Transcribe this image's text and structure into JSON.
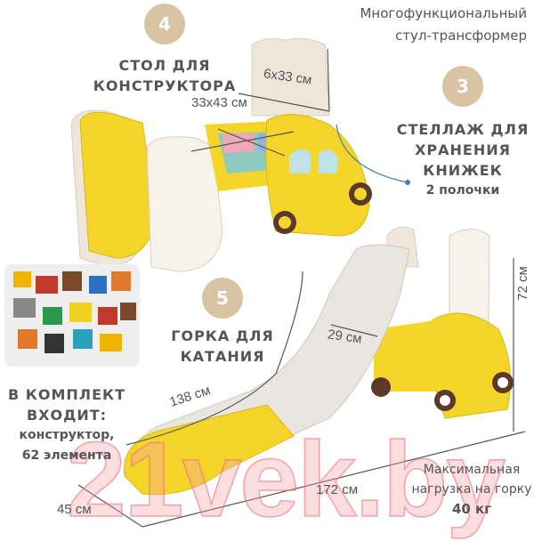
{
  "header": {
    "line1": "Многофункциональный",
    "line2": "стул-трансформер"
  },
  "features": [
    {
      "number": "4",
      "title1": "СТОЛ ДЛЯ",
      "title2": "КОНСТРУКТОРА"
    },
    {
      "number": "3",
      "title1": "СТЕЛЛАЖ ДЛЯ",
      "title2": "ХРАНЕНИЯ",
      "title3": "КНИЖЕК",
      "note": "2 полочки"
    },
    {
      "number": "5",
      "title1": "ГОРКА ДЛЯ",
      "title2": "КАТАНИЯ"
    }
  ],
  "kit": {
    "title1": "В КОМПЛЕКТ",
    "title2": "ВХОДИТ:",
    "line1": "конструктор,",
    "line2": "62 элемента"
  },
  "dimensions": {
    "shelf": "6x33 см",
    "table": "33x43 см",
    "slide_width": "29 см",
    "slide_length": "138 см",
    "height": "72 см",
    "length": "172 см",
    "depth": "45 см"
  },
  "load": {
    "line1": "Максимальная",
    "line2": "нагрузка на горку",
    "value": "40 кг"
  },
  "watermark": "21vek.by",
  "colors": {
    "yellow": "#f5d52a",
    "cream": "#efe6da",
    "badge": "#d8c3a3",
    "text": "#555555"
  }
}
